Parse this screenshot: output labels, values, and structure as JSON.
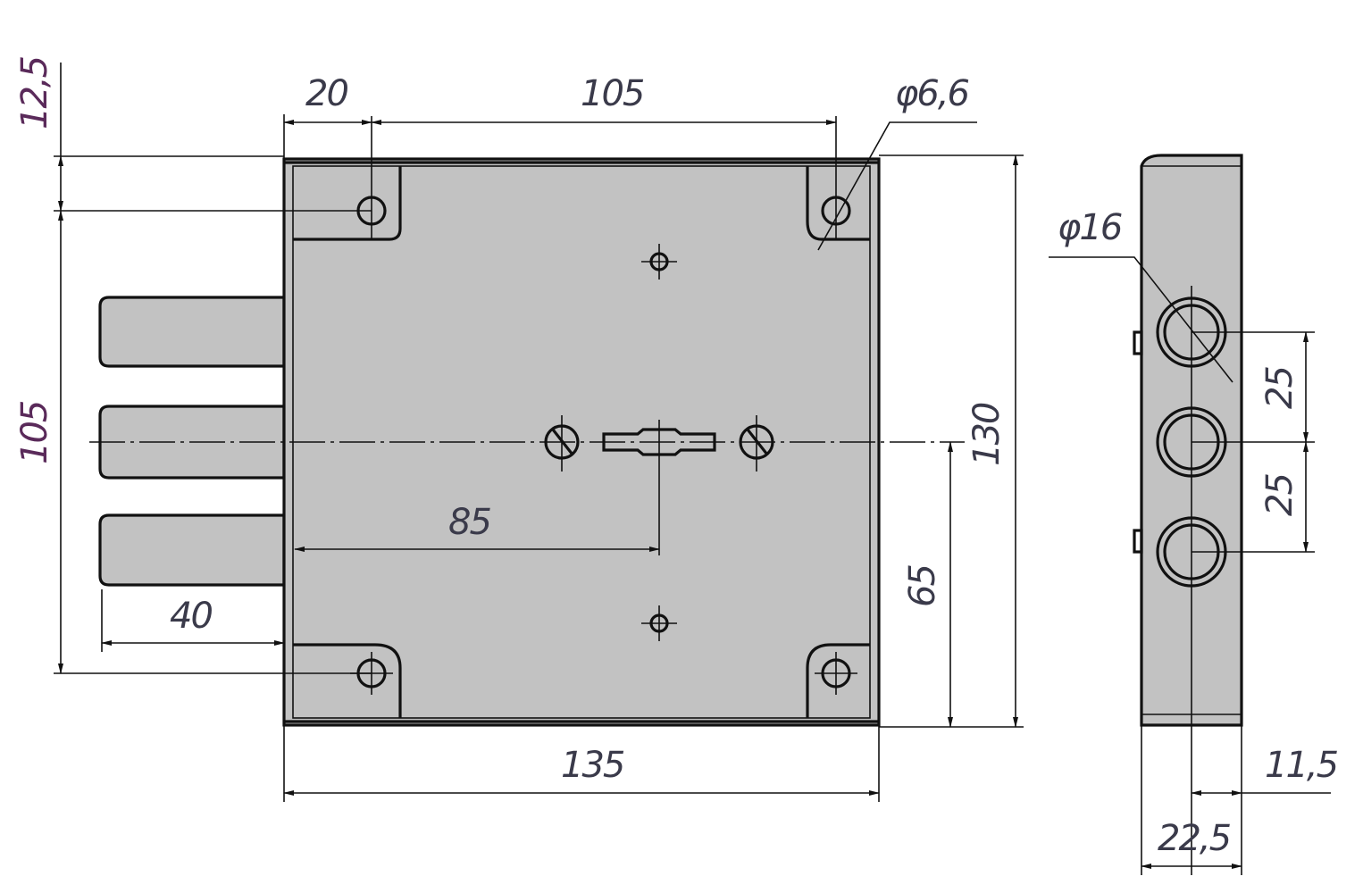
{
  "drawing": {
    "front_view": {
      "dim_top_hole_offset": "12,5",
      "dim_left_edge_to_hole": "20",
      "dim_hole_spacing_horizontal": "105",
      "dim_mount_hole_diameter": "φ6,6",
      "dim_hole_spacing_vertical": "105",
      "dim_keyhole_backset": "85",
      "dim_bolt_throw": "40",
      "dim_body_width": "135",
      "dim_keyhole_height": "65",
      "dim_body_height": "130"
    },
    "side_view": {
      "dim_bolt_diameter": "φ16",
      "dim_bolt_spacing_upper": "25",
      "dim_bolt_spacing_lower": "25",
      "dim_bolt_axis_offset": "11,5",
      "dim_case_depth": "22,5"
    },
    "colors": {
      "body_fill": "#c2c2c2",
      "outline": "#111111",
      "dimension_text": "#3a3a4a"
    }
  }
}
